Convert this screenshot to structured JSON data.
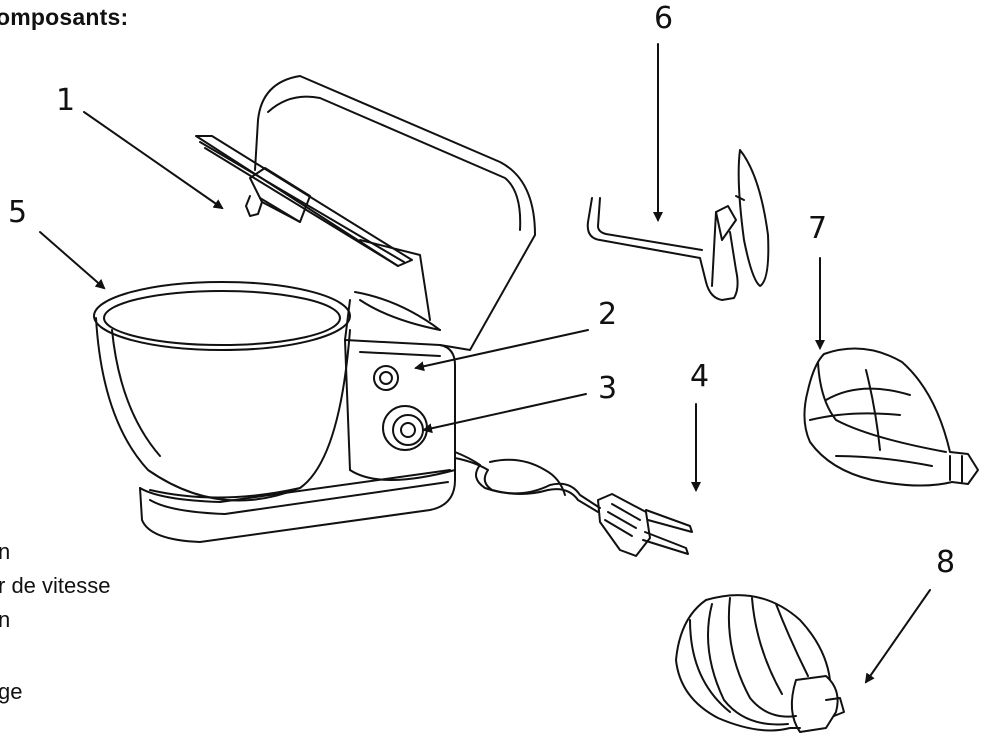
{
  "heading": "omposants:",
  "legend_fragments": [
    "n",
    "r de vitesse",
    "n",
    "ge"
  ],
  "callouts": {
    "c1": "1",
    "c2": "2",
    "c3": "3",
    "c4": "4",
    "c5": "5",
    "c6": "6",
    "c7": "7",
    "c8": "8"
  },
  "parts": [
    "head-lid",
    "speed-knob-small",
    "speed-knob-main",
    "power-plug",
    "mixing-bowl",
    "dough-hook",
    "flat-beater",
    "balloon-whisk"
  ]
}
